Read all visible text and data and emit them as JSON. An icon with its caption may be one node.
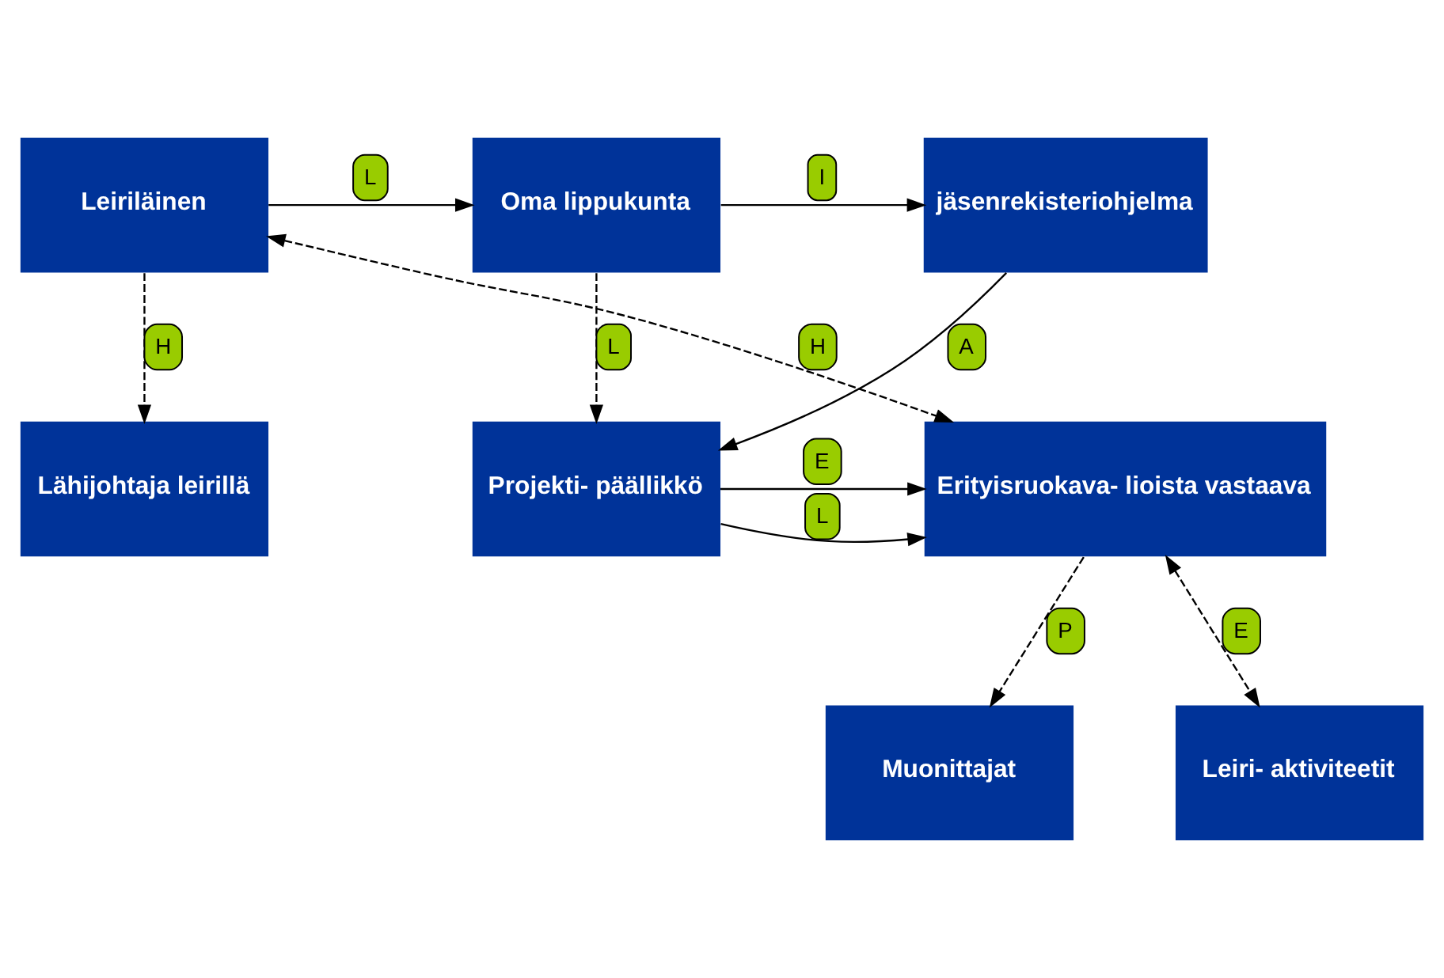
{
  "diagram": {
    "nodes": [
      {
        "text": [
          "Leiriläinen"
        ]
      },
      {
        "text": [
          "Oma lippukunta"
        ]
      },
      {
        "text": [
          "jäsenrekisteriohjelma"
        ]
      },
      {
        "text": [
          "Lähijohtaja leirillä"
        ]
      },
      {
        "text": [
          "Erityisruokava- lioista vastaava"
        ]
      },
      {
        "text": [
          "Projekti- päällikkö"
        ]
      },
      {
        "text": [
          "Muonittajat"
        ]
      },
      {
        "text": [
          "Leiri- aktiviteetit"
        ]
      }
    ],
    "edges": [
      {
        "from": 0,
        "to": 1,
        "arrow": "to",
        "label": "L"
      },
      {
        "from": 1,
        "to": 2,
        "arrow": "to",
        "label": "I"
      },
      {
        "from": 1,
        "to": 5,
        "arrow": "to",
        "label": "L",
        "style": "dashed"
      },
      {
        "from": 2,
        "to": 5,
        "arrow": "to",
        "label": "A"
      },
      {
        "from": 0,
        "to": 3,
        "arrow": "to",
        "label": "H",
        "style": "dashed"
      },
      {
        "from": 0,
        "to": 4,
        "arrow": "both",
        "label": "H",
        "style": "dashed"
      },
      {
        "from": 5,
        "to": 4,
        "arrow": "to",
        "label": "L"
      },
      {
        "from": 5,
        "to": 4,
        "arrow": "to",
        "label": "E"
      },
      {
        "from": 4,
        "to": 6,
        "arrow": "to",
        "label": "P",
        "style": "dashed"
      },
      {
        "from": 4,
        "to": 7,
        "arrow": "both",
        "label": "E",
        "style": "dashed"
      }
    ]
  }
}
